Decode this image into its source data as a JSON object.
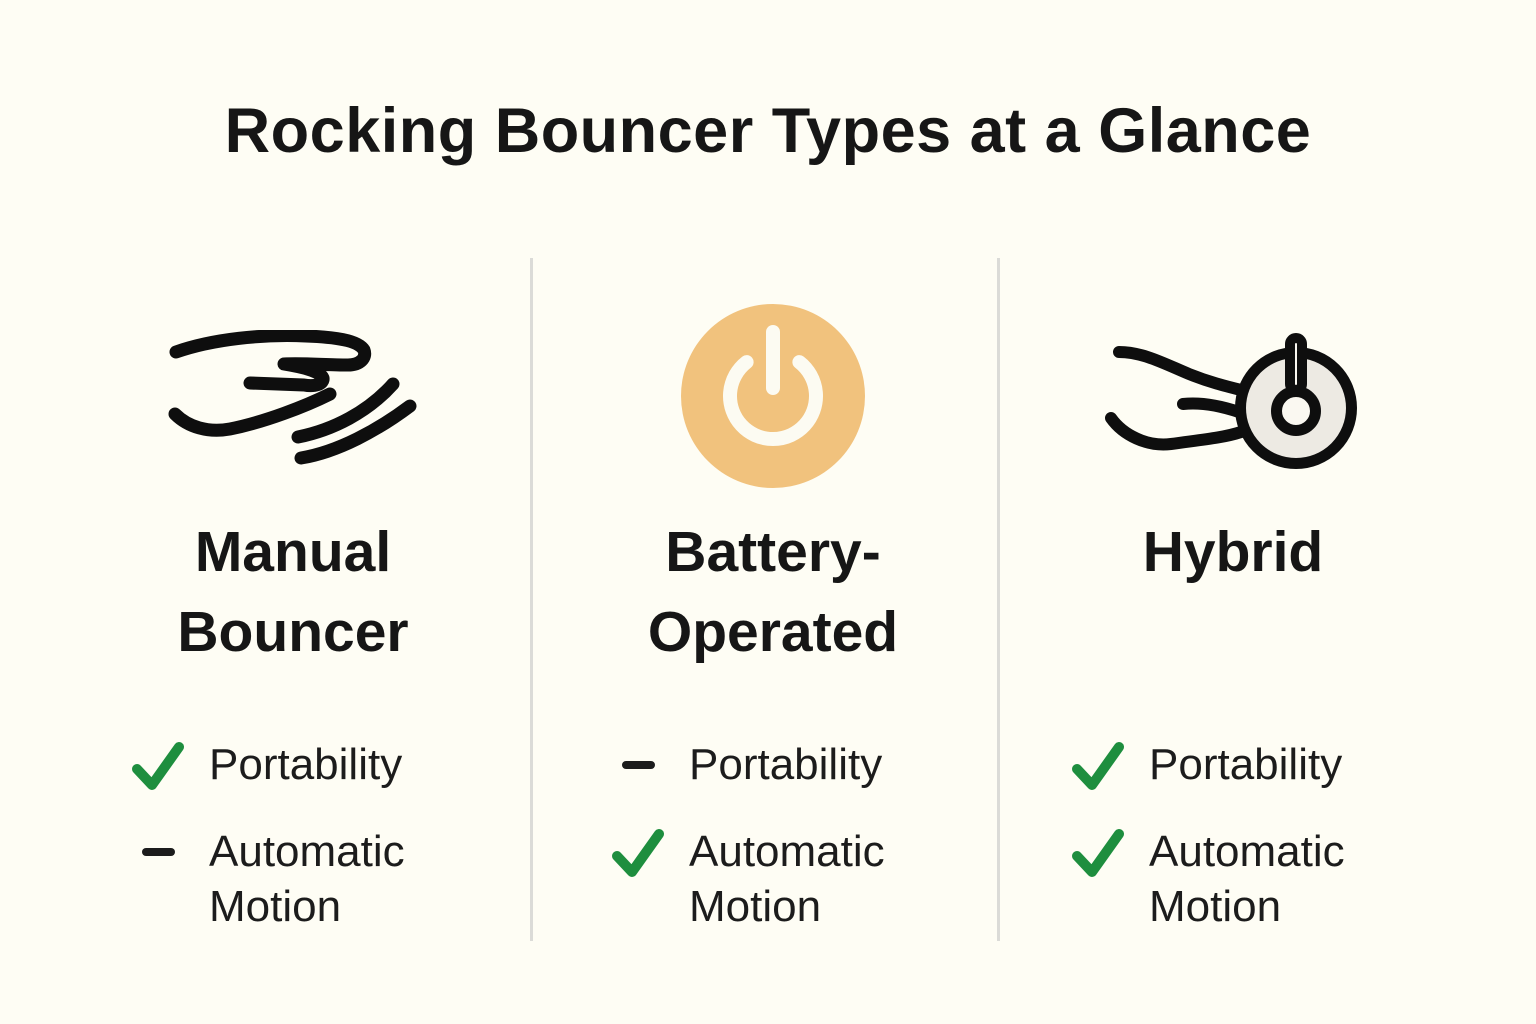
{
  "header": {
    "title": "Rocking Bouncer Types at a Glance"
  },
  "colors": {
    "background": "#FEFDF4",
    "text": "#161616",
    "check_green": "#1E8E3E",
    "power_circle_tan": "#F1C27D",
    "power_symbol": "#FCFBF2",
    "hybrid_button_fill": "#EDEAE3",
    "divider": "#DBDBD7",
    "icon_stroke": "#0E0E0E"
  },
  "columns": [
    {
      "title_line1": "Manual",
      "title_line2": "Bouncer",
      "icon": "hand-icon",
      "features": [
        {
          "mark": "check",
          "label": "Portability"
        },
        {
          "mark": "dash",
          "label": "Automatic Motion"
        }
      ]
    },
    {
      "title_line1": "Battery-",
      "title_line2": "Operated",
      "icon": "power-button-icon",
      "features": [
        {
          "mark": "dash",
          "label": "Portability"
        },
        {
          "mark": "check",
          "label": "Automatic Motion"
        }
      ]
    },
    {
      "title_line1": "Hybrid",
      "title_line2": "",
      "icon": "hand-power-button-icon",
      "features": [
        {
          "mark": "check",
          "label": "Portability"
        },
        {
          "mark": "check",
          "label": "Automatic Motion"
        }
      ]
    }
  ]
}
